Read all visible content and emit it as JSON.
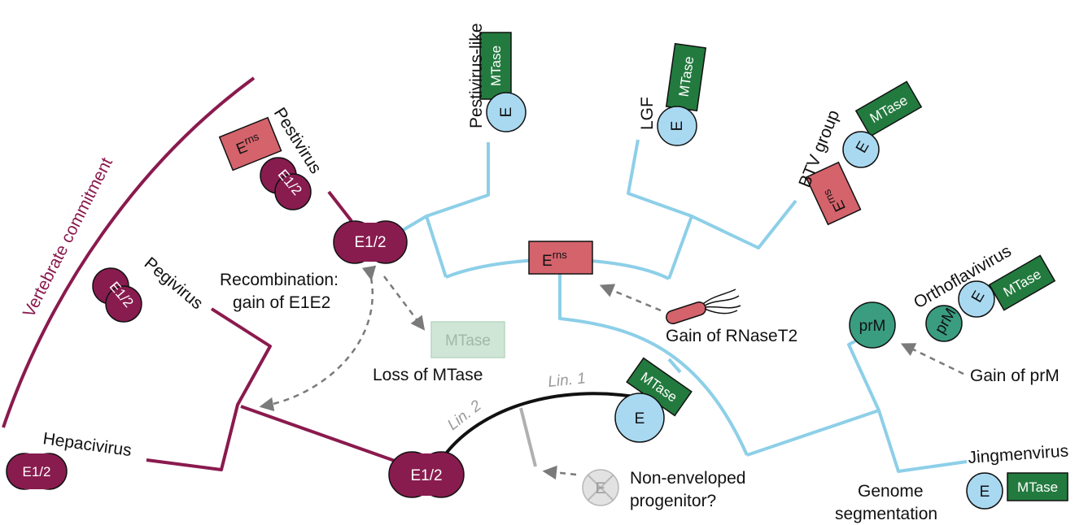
{
  "colors": {
    "blue": "#8dcfe8",
    "maroon": "#8a1a4e",
    "maroon_fill": "#881c4f",
    "rns_fill": "#d4636c",
    "green": "#237a3e",
    "teal": "#3a9d80",
    "ghost_green": "#cfe6d6",
    "black": "#111111",
    "gray": "#b0b0b0",
    "light_blue_fill": "#a9d9f1"
  },
  "taxa": {
    "pestivirus_like": "Pestivirus-like",
    "lgf": "LGF",
    "btv": "BTV group",
    "pestivirus": "Pestivirus",
    "pegivirus": "Pegivirus",
    "hepacivirus": "Hepacivirus",
    "orthoflavivirus": "Orthoflavivirus",
    "jingmenvirus": "Jingmenvirus"
  },
  "events": {
    "vertebrate": "Vertebrate commitment",
    "recomb_1": "Recombination:",
    "recomb_2": "gain of E1E2",
    "loss_mtase": "Loss of MTase",
    "gain_rnase": "Gain of RNaseT2",
    "gain_prm": "Gain of prM",
    "seg_1": "Genome",
    "seg_2": "segmentation",
    "nonenv_1": "Non-enveloped",
    "nonenv_2": "progenitor?"
  },
  "lineages": {
    "lin1": "Lin. 1",
    "lin2": "Lin. 2"
  },
  "proteins": {
    "e": "E",
    "mtase": "MTase",
    "e12": "E1/2",
    "erns_base": "E",
    "erns_sup": "rns",
    "prm": "prM"
  }
}
